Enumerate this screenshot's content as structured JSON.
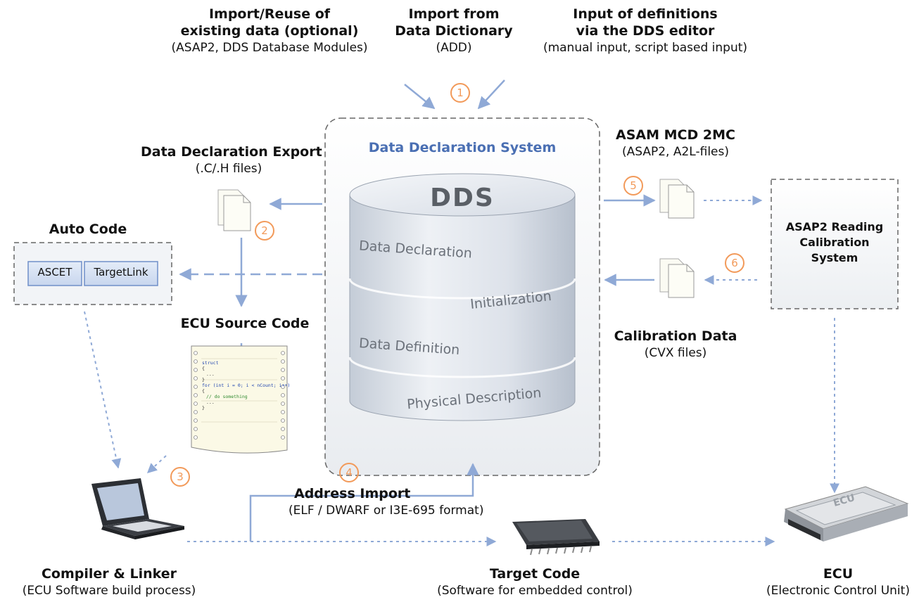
{
  "colors": {
    "arrow": "#8fa9d6",
    "number": "#f29a5a",
    "dds_title": "#4a6fb3",
    "box_border": "#666666"
  },
  "top": {
    "import_reuse": {
      "line1": "Import/Reuse of",
      "line2": "existing data (optional)",
      "sub": "(ASAP2, DDS Database Modules)"
    },
    "import_dictionary": {
      "line1": "Import from",
      "line2": "Data Dictionary",
      "sub": "(ADD)"
    },
    "input_definitions": {
      "line1": "Input of definitions",
      "line2": "via the DDS editor",
      "sub": "(manual input, script based input)"
    }
  },
  "numbers": [
    "1",
    "2",
    "3",
    "4",
    "5",
    "6"
  ],
  "dds": {
    "system_title": "Data Declaration System",
    "cylinder_title": "DDS",
    "layers": [
      "Data Declaration",
      "Initialization",
      "Data Definition",
      "Physical Description"
    ]
  },
  "export": {
    "title": "Data Declaration Export",
    "sub": "(.C/.H files)"
  },
  "auto_code": {
    "title": "Auto Code",
    "tools": [
      "ASCET",
      "TargetLink"
    ]
  },
  "source_code": {
    "title": "ECU Source Code",
    "code_lines": [
      "struct",
      "{",
      "...",
      "}",
      "for (int i = 0; i < nCount; i++)",
      "{",
      "// do something",
      "...",
      "}"
    ]
  },
  "asam": {
    "title": "ASAM MCD 2MC",
    "sub": "(ASAP2, A2L-files)"
  },
  "calib_system": {
    "lines": [
      "ASAP2 Reading",
      "Calibration",
      "System"
    ]
  },
  "calib_data": {
    "title": "Calibration Data",
    "sub": "(CVX files)"
  },
  "address_import": {
    "title": "Address Import",
    "sub": "(ELF / DWARF or I3E-695 format)"
  },
  "compiler": {
    "title": "Compiler & Linker",
    "sub": "(ECU Software build process)"
  },
  "target_code": {
    "title": "Target Code",
    "sub": "(Software for embedded control)"
  },
  "ecu": {
    "title": "ECU",
    "sub": "(Electronic Control Unit)",
    "device_label": "ECU"
  }
}
